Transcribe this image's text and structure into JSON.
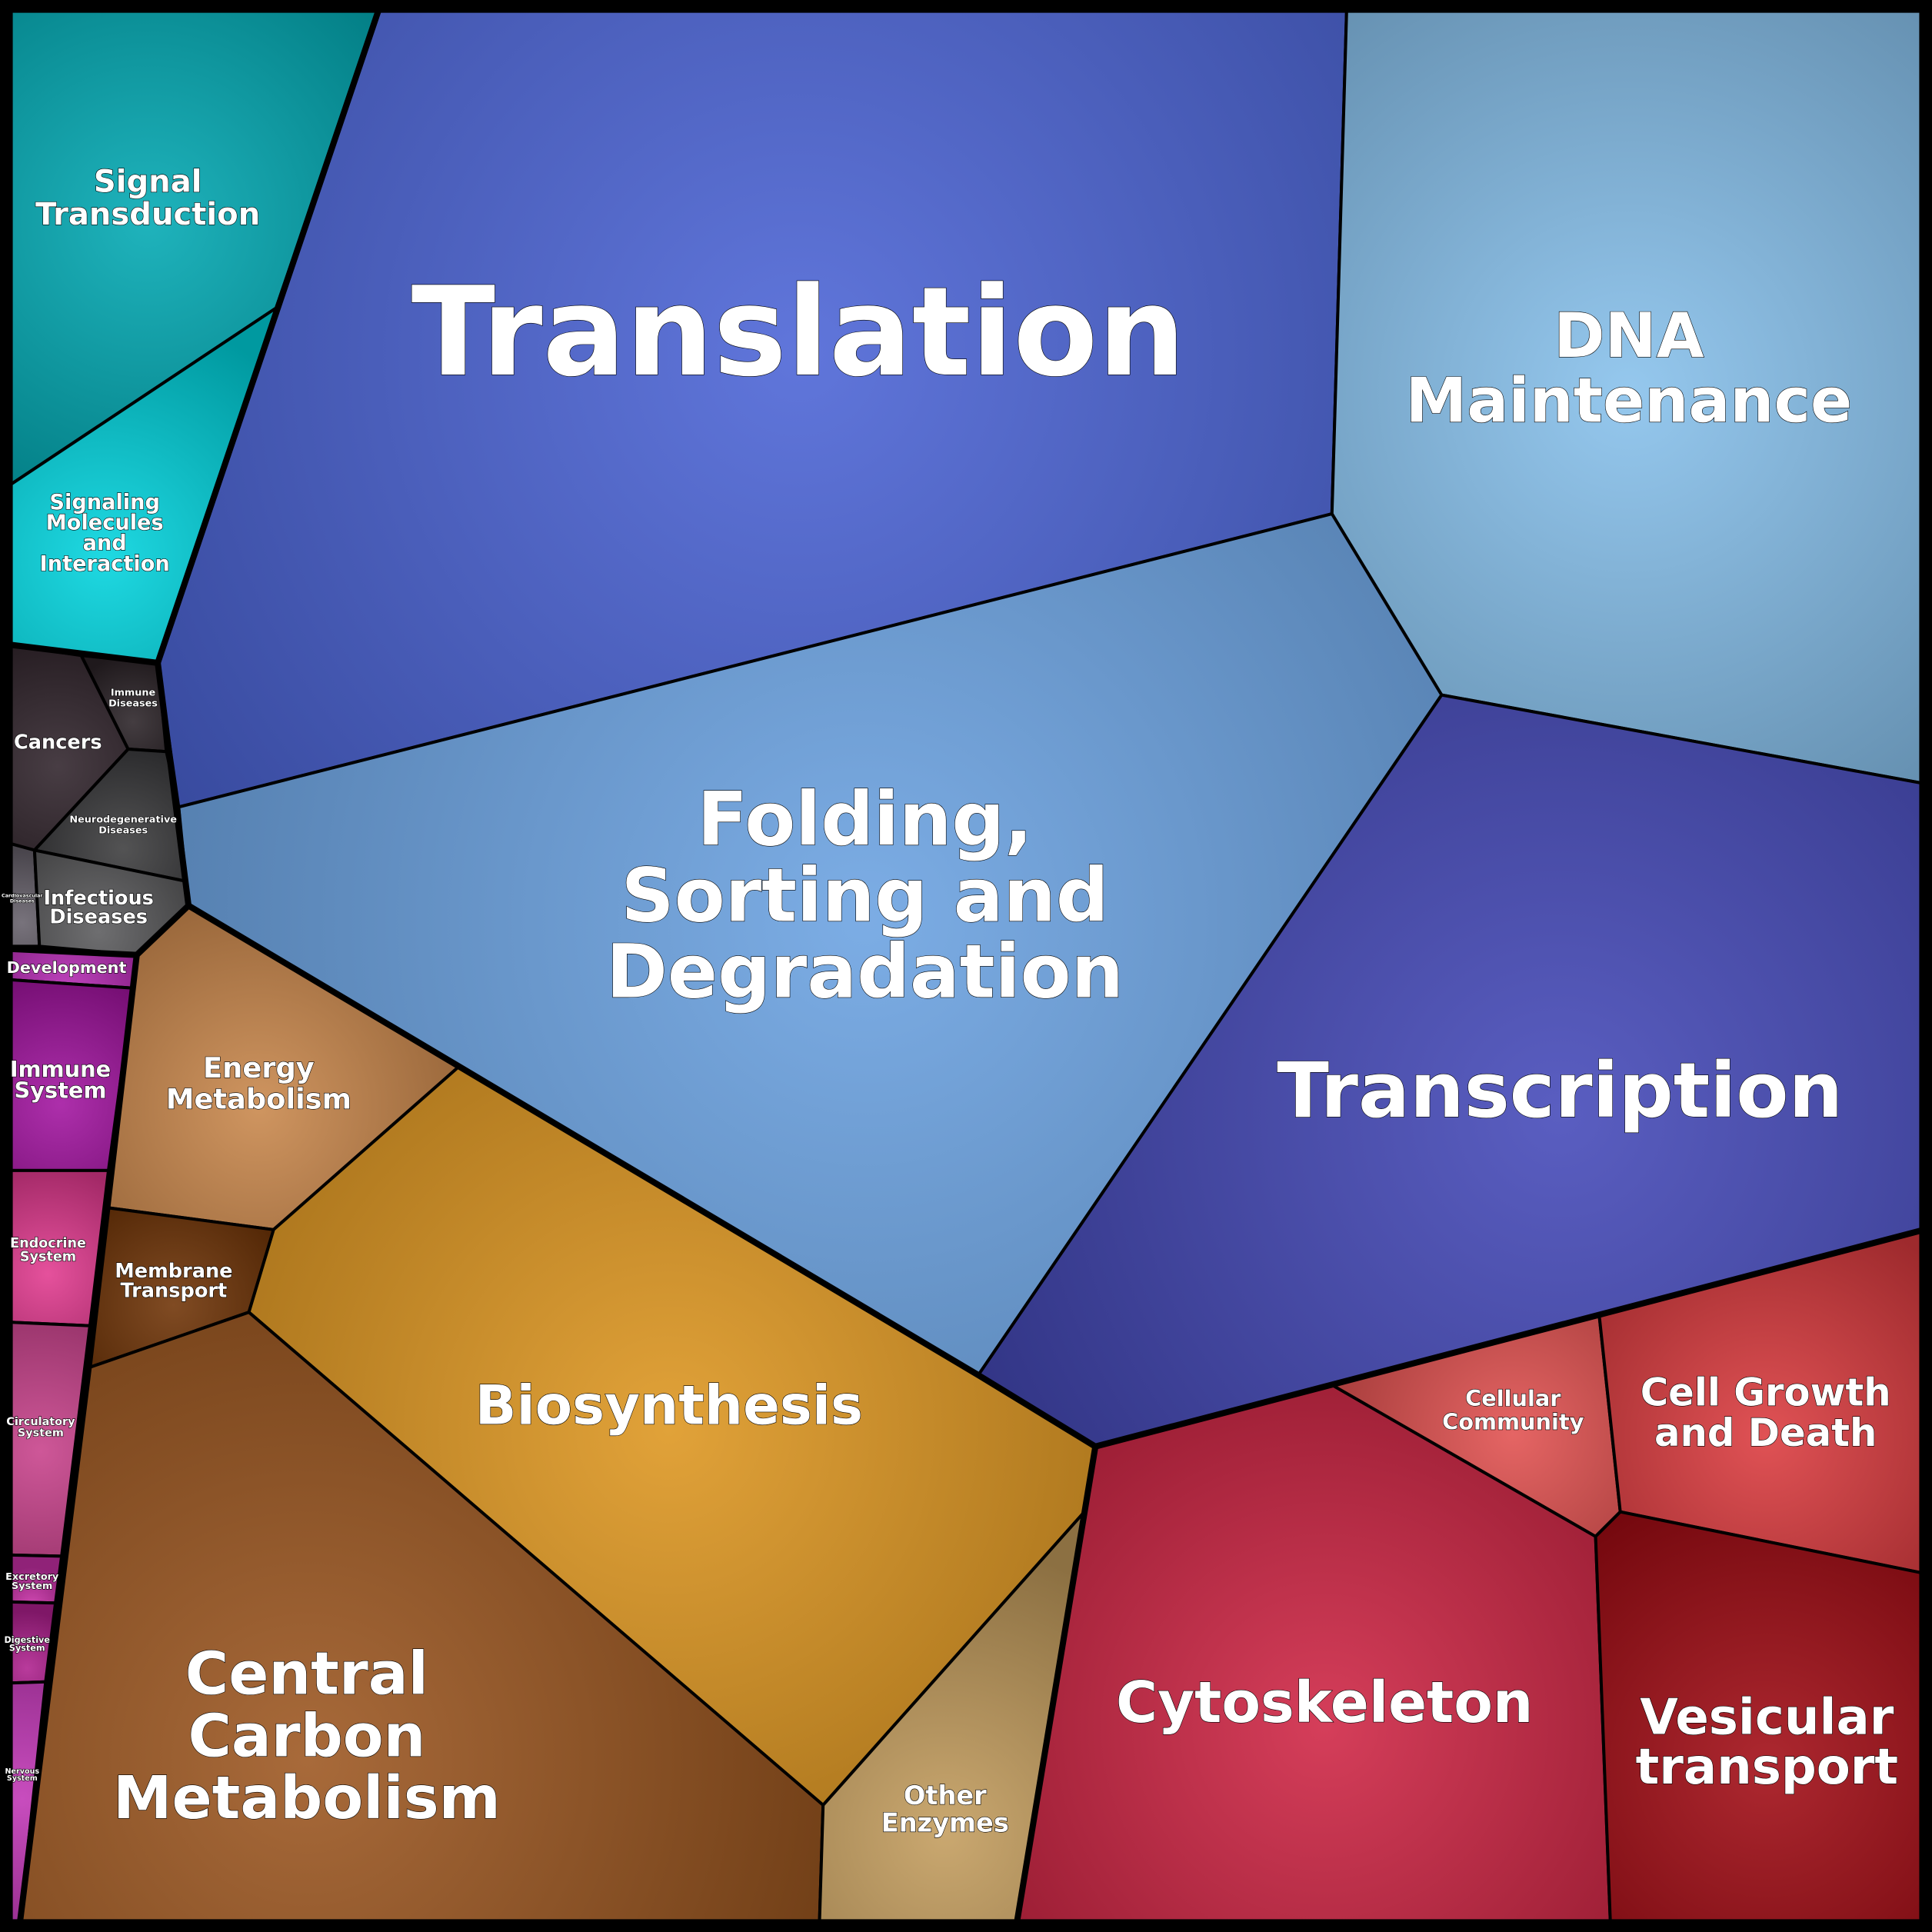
{
  "cells": [
    {
      "id": "translation",
      "lines": [
        "Translation"
      ],
      "color": "#4a63d6"
    },
    {
      "id": "dna-maintenance",
      "lines": [
        "DNA",
        "Maintenance"
      ],
      "color": "#86c0ec"
    },
    {
      "id": "folding",
      "lines": [
        "Folding,",
        "Sorting and",
        "Degradation"
      ],
      "color": "#6aa2e2"
    },
    {
      "id": "transcription",
      "lines": [
        "Transcription"
      ],
      "color": "#4448b8"
    },
    {
      "id": "signal-transduction",
      "lines": [
        "Signal",
        "Transduction"
      ],
      "color": "#00a9b3"
    },
    {
      "id": "signaling-molecules",
      "lines": [
        "Signaling",
        "Molecules",
        "and",
        "Interaction"
      ],
      "color": "#00d4de"
    },
    {
      "id": "cancers",
      "lines": [
        "Cancers"
      ],
      "color": "#2f232a"
    },
    {
      "id": "immune-diseases",
      "lines": [
        "Immune",
        "Diseases"
      ],
      "color": "#2b2327"
    },
    {
      "id": "neurodegenerative",
      "lines": [
        "Neurodegenerative",
        "Diseases"
      ],
      "color": "#3b3b3d"
    },
    {
      "id": "cardiovascular",
      "lines": [
        "Cardiovascular",
        "Diseases"
      ],
      "color": "#66606a"
    },
    {
      "id": "infectious-diseases",
      "lines": [
        "Infectious",
        "Diseases"
      ],
      "color": "#5a5a5c"
    },
    {
      "id": "development",
      "lines": [
        "Development"
      ],
      "color": "#b62ab4"
    },
    {
      "id": "immune-system",
      "lines": [
        "Immune",
        "System"
      ],
      "color": "#a213a0"
    },
    {
      "id": "endocrine-system",
      "lines": [
        "Endocrine",
        "System"
      ],
      "color": "#e2398f"
    },
    {
      "id": "circulatory-system",
      "lines": [
        "Circulatory",
        "System"
      ],
      "color": "#c7408a"
    },
    {
      "id": "excretory-system",
      "lines": [
        "Excretory",
        "System"
      ],
      "color": "#c82fa6"
    },
    {
      "id": "digestive-system",
      "lines": [
        "Digestive",
        "System"
      ],
      "color": "#b0208f"
    },
    {
      "id": "nervous-system",
      "lines": [
        "Nervous",
        "System"
      ],
      "color": "#c035b5"
    },
    {
      "id": "energy-metabolism",
      "lines": [
        "Energy",
        "Metabolism"
      ],
      "color": "#c9864a"
    },
    {
      "id": "membrane-transport",
      "lines": [
        "Membrane",
        "Transport"
      ],
      "color": "#6f3305"
    },
    {
      "id": "biosynthesis",
      "lines": [
        "Biosynthesis"
      ],
      "color": "#dd951e"
    },
    {
      "id": "central-carbon",
      "lines": [
        "Central",
        "Carbon",
        "Metabolism"
      ],
      "color": "#9c561f"
    },
    {
      "id": "other-enzymes",
      "lines": [
        "Other",
        "Enzymes"
      ],
      "color": "#c39c5c"
    },
    {
      "id": "cytoskeleton",
      "lines": [
        "Cytoskeleton"
      ],
      "color": "#cf2443"
    },
    {
      "id": "cellular-community",
      "lines": [
        "Cellular",
        "Community"
      ],
      "color": "#e2504f"
    },
    {
      "id": "cell-growth",
      "lines": [
        "Cell Growth",
        "and Death"
      ],
      "color": "#dc3a3e"
    },
    {
      "id": "vesicular-transport",
      "lines": [
        "Vesicular",
        "transport"
      ],
      "color": "#a20b14"
    }
  ]
}
